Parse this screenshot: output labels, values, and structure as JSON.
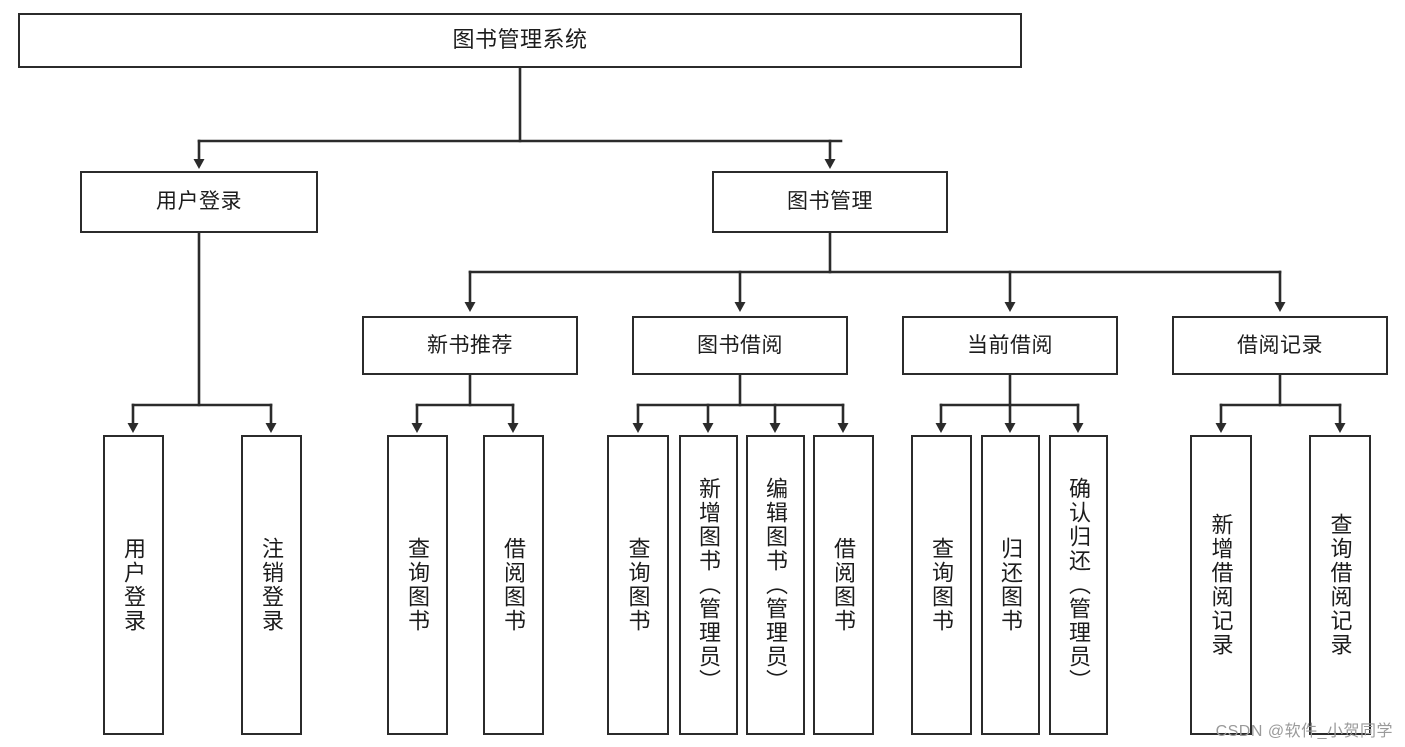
{
  "diagram": {
    "title": "图书管理系统",
    "type": "tree-hierarchy-chart",
    "watermark": "CSDN @软件_小贺同学",
    "colors": {
      "stroke": "#2b2b2b",
      "fill": "#ffffff",
      "text": "#1c1c1c",
      "watermark": "#9a9a9a"
    },
    "nodes": {
      "root": {
        "label": "图书管理系统",
        "level": 1
      },
      "l2": [
        {
          "id": "user-login",
          "label": "用户登录",
          "level": 2
        },
        {
          "id": "book-manage",
          "label": "图书管理",
          "level": 2
        }
      ],
      "l3": [
        {
          "id": "new-book-recommend",
          "label": "新书推荐",
          "level": 3
        },
        {
          "id": "book-borrow",
          "label": "图书借阅",
          "level": 3
        },
        {
          "id": "current-borrow",
          "label": "当前借阅",
          "level": 3
        },
        {
          "id": "borrow-record",
          "label": "借阅记录",
          "level": 3
        }
      ],
      "leaves": [
        {
          "id": "leaf-user-login",
          "label": "用户登录",
          "parent": "user-login"
        },
        {
          "id": "leaf-logout",
          "label": "注销登录",
          "parent": "user-login"
        },
        {
          "id": "leaf-query-book-1",
          "label": "查询图书",
          "parent": "new-book-recommend"
        },
        {
          "id": "leaf-borrow-book-1",
          "label": "借阅图书",
          "parent": "new-book-recommend"
        },
        {
          "id": "leaf-query-book-2",
          "label": "查询图书",
          "parent": "book-borrow"
        },
        {
          "id": "leaf-add-book",
          "label": "新增图书（管理员）",
          "parent": "book-borrow"
        },
        {
          "id": "leaf-edit-book",
          "label": "编辑图书（管理员）",
          "parent": "book-borrow"
        },
        {
          "id": "leaf-borrow-book-2",
          "label": "借阅图书",
          "parent": "book-borrow"
        },
        {
          "id": "leaf-query-book-3",
          "label": "查询图书",
          "parent": "current-borrow"
        },
        {
          "id": "leaf-return-book",
          "label": "归还图书",
          "parent": "current-borrow"
        },
        {
          "id": "leaf-confirm-return",
          "label": "确认归还（管理员）",
          "parent": "current-borrow"
        },
        {
          "id": "leaf-add-record",
          "label": "新增借阅记录",
          "parent": "borrow-record"
        },
        {
          "id": "leaf-query-record",
          "label": "查询借阅记录",
          "parent": "borrow-record"
        }
      ]
    }
  }
}
